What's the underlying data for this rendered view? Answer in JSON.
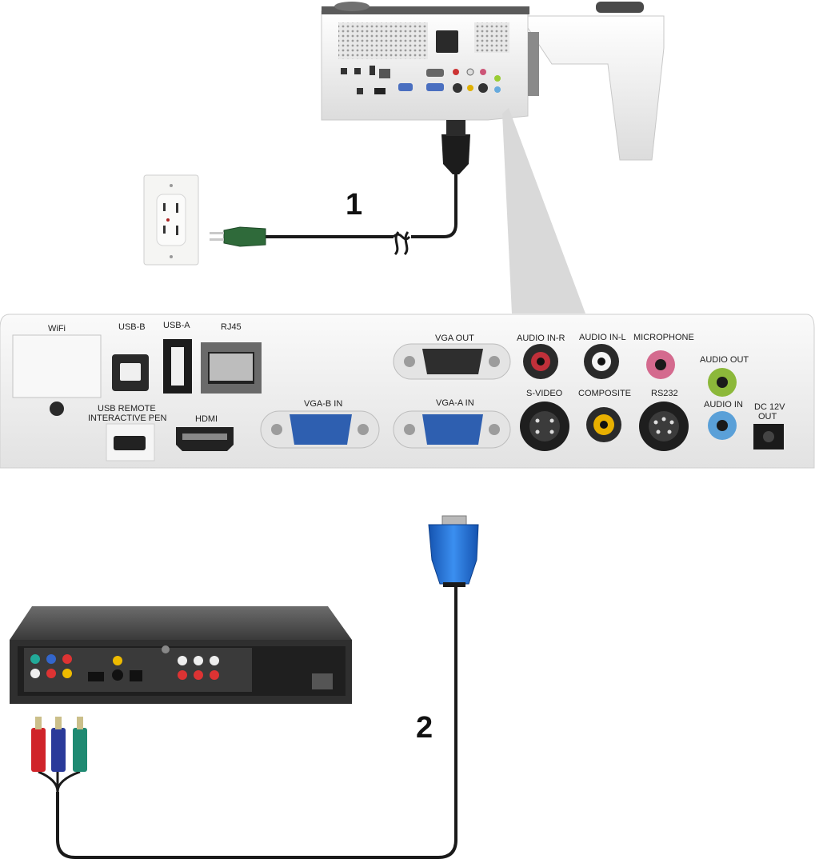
{
  "callouts": [
    "1",
    "2"
  ],
  "panel": {
    "labels": {
      "wifi": "WiFi",
      "usb_b": "USB-B",
      "usb_a": "USB-A",
      "rj45": "RJ45",
      "vga_out": "VGA OUT",
      "audio_in_r": "AUDIO IN-R",
      "audio_in_l": "AUDIO IN-L",
      "microphone": "MICROPHONE",
      "audio_out": "AUDIO OUT",
      "usb_remote_1": "USB REMOTE",
      "usb_remote_2": "INTERACTIVE PEN",
      "hdmi": "HDMI",
      "vga_b_in": "VGA-B IN",
      "vga_a_in": "VGA-A IN",
      "s_video": "S-VIDEO",
      "composite": "COMPOSITE",
      "rs232": "RS232",
      "audio_in": "AUDIO IN",
      "dc_1": "DC 12V",
      "dc_2": "OUT"
    }
  },
  "colors": {
    "panel": "#f2f2f2",
    "vga_blue": "#2e5fb0",
    "connector_blue": "#1e6fd0",
    "cable": "#1a1a1a",
    "plug_green": "#2f6a3a",
    "audio_red": "#c0303a",
    "rca_yellow": "#e8b000",
    "mic_pink": "#d46a8e",
    "audio_green": "#8cb83a",
    "audio_blue": "#5aa0d8",
    "rca_r": "#d0242a",
    "rca_b": "#2a3a9a",
    "rca_g": "#1f8a72"
  }
}
